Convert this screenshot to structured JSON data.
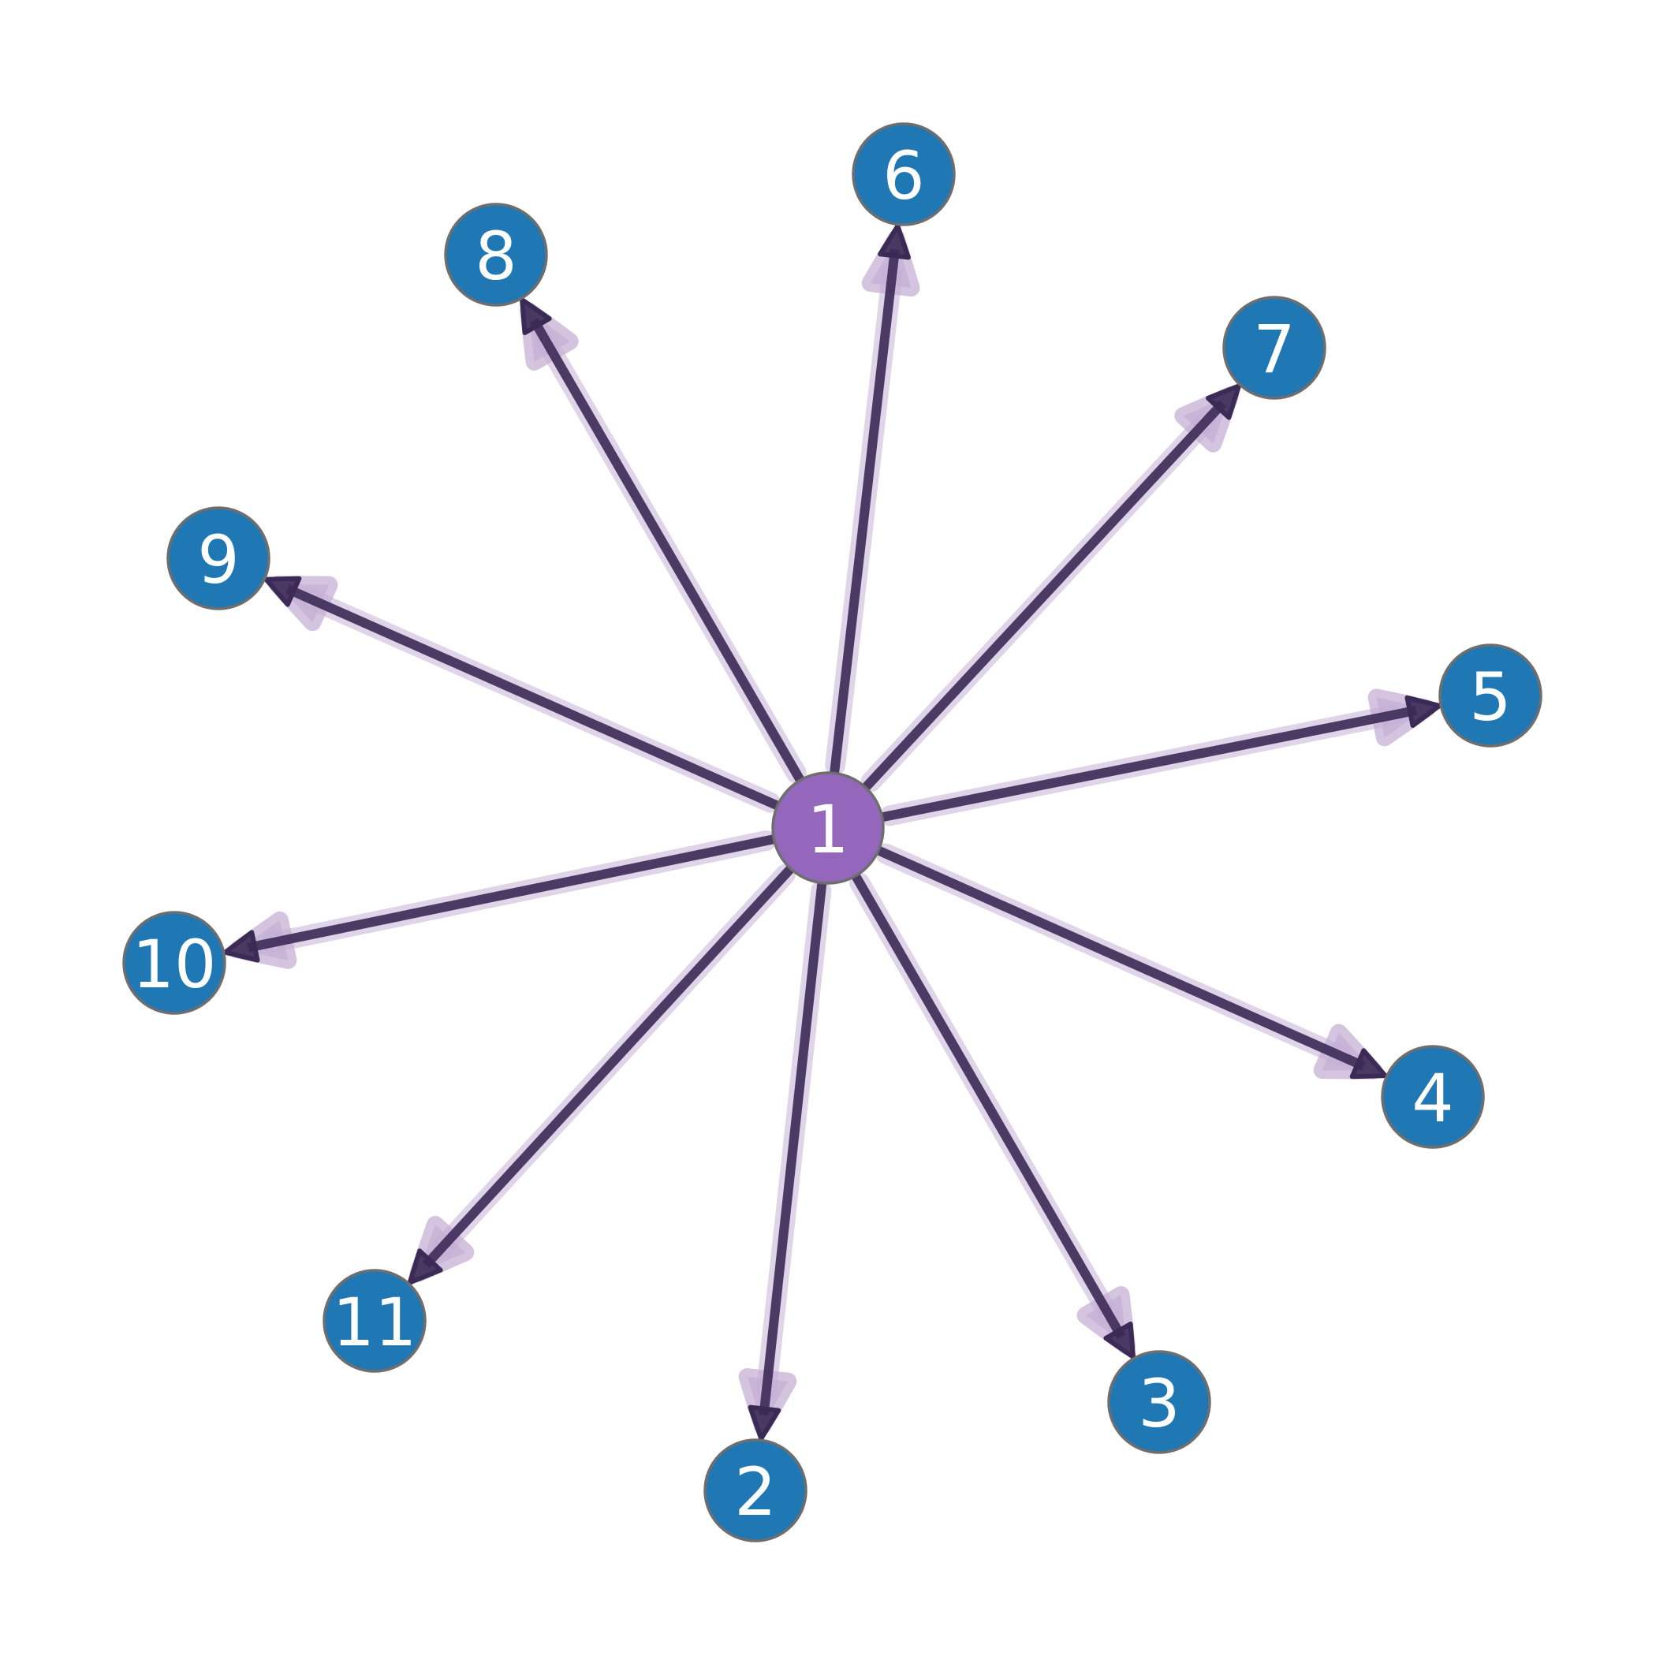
{
  "graph": {
    "center": "1",
    "nodes": [
      {
        "id": "1",
        "label": "1",
        "role": "center"
      },
      {
        "id": "2",
        "label": "2"
      },
      {
        "id": "3",
        "label": "3"
      },
      {
        "id": "4",
        "label": "4"
      },
      {
        "id": "5",
        "label": "5"
      },
      {
        "id": "6",
        "label": "6"
      },
      {
        "id": "7",
        "label": "7"
      },
      {
        "id": "8",
        "label": "8"
      },
      {
        "id": "9",
        "label": "9"
      },
      {
        "id": "10",
        "label": "10"
      },
      {
        "id": "11",
        "label": "11"
      }
    ],
    "edges": [
      {
        "from": "1",
        "to": "2",
        "directed": true
      },
      {
        "from": "1",
        "to": "3",
        "directed": true
      },
      {
        "from": "1",
        "to": "4",
        "directed": true
      },
      {
        "from": "1",
        "to": "5",
        "directed": true
      },
      {
        "from": "1",
        "to": "6",
        "directed": true
      },
      {
        "from": "1",
        "to": "7",
        "directed": true
      },
      {
        "from": "1",
        "to": "8",
        "directed": true
      },
      {
        "from": "1",
        "to": "9",
        "directed": true
      },
      {
        "from": "1",
        "to": "10",
        "directed": true
      },
      {
        "from": "1",
        "to": "11",
        "directed": true
      }
    ]
  },
  "colors": {
    "center_node": "#9467bd",
    "leaf_node": "#1f77b4",
    "node_border": "#6e6e6e",
    "edge": "#3b2a55",
    "edge_highlight": "#c5b0d5",
    "label": "#ffffff"
  }
}
